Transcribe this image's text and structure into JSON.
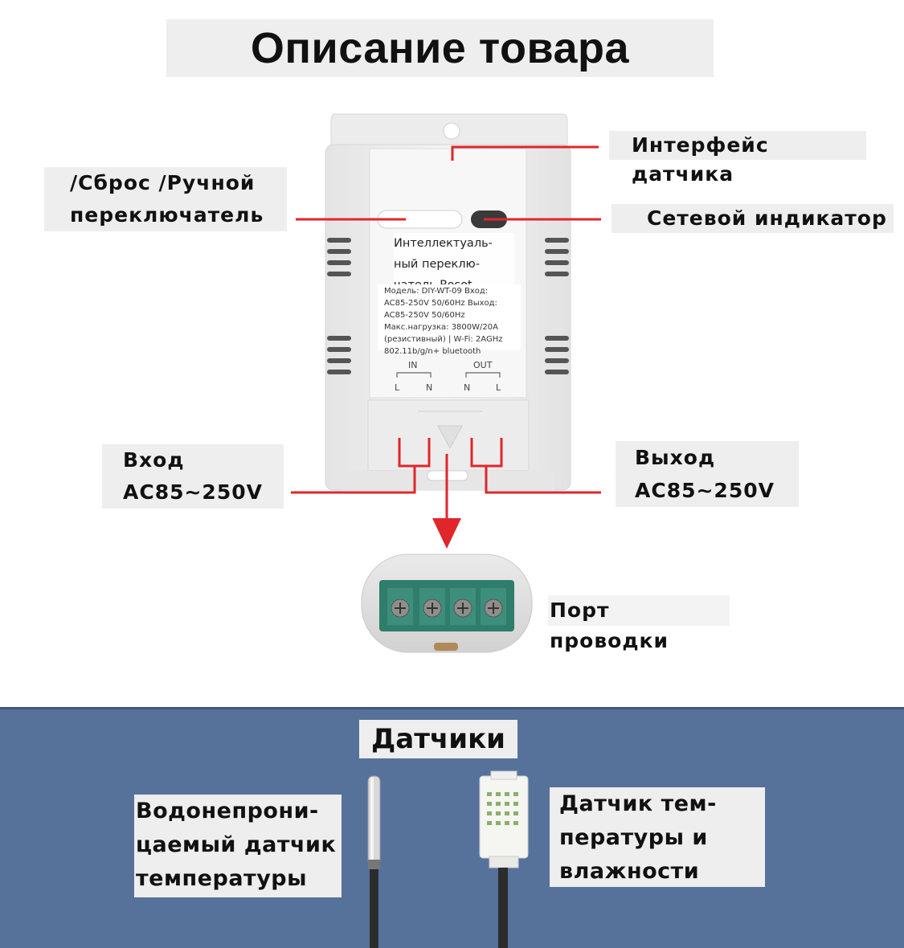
{
  "header": {
    "title": "Описание товара"
  },
  "callouts": {
    "sensor_interface": "Интерфейс датчика",
    "reset_line1": "/Сброс /Ручной",
    "reset_line2": "переключатель",
    "network_indicator": "Сетевой индикатор",
    "input_line1": "Вход",
    "input_line2": "AC85~250V",
    "output_line1": "Выход",
    "output_line2": "AC85~250V",
    "wiring_port": "Порт проводки"
  },
  "device": {
    "name_line1": "Интеллектуаль-",
    "name_line2": "ный переклю-",
    "name_line3": "чатель Rosot",
    "spec_line1": "Модель: DIY-WT-09 Вход:",
    "spec_line2": "AC85-250V 50/60Hz Выход:",
    "spec_line3": "AC85-250V 50/60Hz",
    "spec_line4": "Макс.нагрузка: 3800W/20A",
    "spec_line5": "(резистивный) | W-Fi: 2AGHz",
    "spec_line6": "802.11b/g/n+ bluetooth",
    "in_label": "IN",
    "out_label": "OUT",
    "terminal_l1": "L",
    "terminal_n1": "N",
    "terminal_n2": "N",
    "terminal_l2": "L"
  },
  "sensors": {
    "title": "Датчики",
    "waterproof_line1": "Водонепрони-",
    "waterproof_line2": "цаемый датчик",
    "waterproof_line3": "температуры",
    "humidity_line1": "Датчик тем-",
    "humidity_line2": "пературы и",
    "humidity_line3": "влажности"
  },
  "colors": {
    "leader_line": "#e0262a",
    "bottom_panel": "#56729b",
    "label_bg": "#eeeeee",
    "terminal_green": "#2f7d6b"
  }
}
